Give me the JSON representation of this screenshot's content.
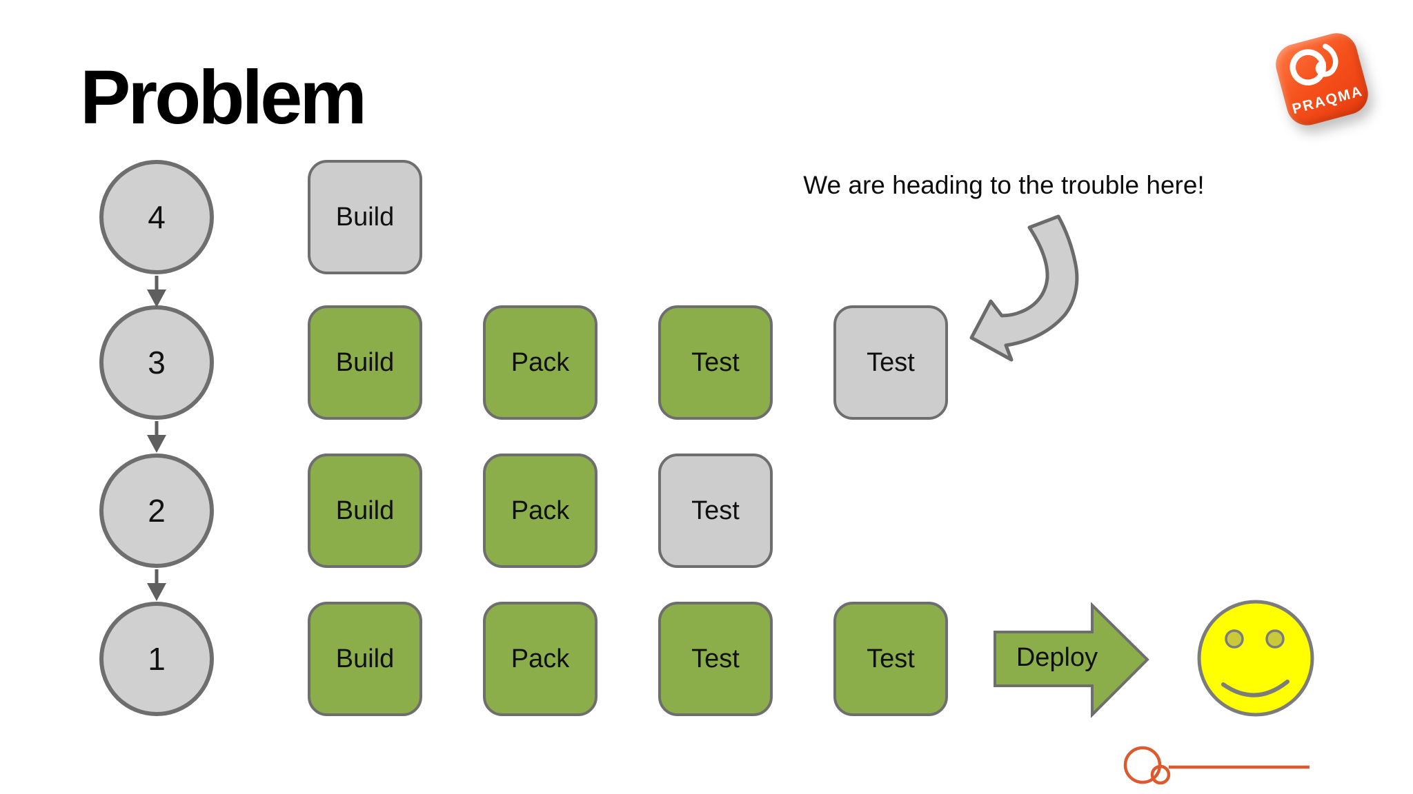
{
  "slide_title": "Problem",
  "annotation": "We are heading to the trouble here!",
  "logo": {
    "brand": "PRAQMA"
  },
  "commit_graph": {
    "nodes": [
      {
        "label": "4"
      },
      {
        "label": "3"
      },
      {
        "label": "2"
      },
      {
        "label": "1"
      }
    ]
  },
  "pipeline_rows": [
    {
      "commit": "4",
      "stages": [
        {
          "label": "Build",
          "status": "pending"
        }
      ]
    },
    {
      "commit": "3",
      "stages": [
        {
          "label": "Build",
          "status": "done"
        },
        {
          "label": "Pack",
          "status": "done"
        },
        {
          "label": "Test",
          "status": "done"
        },
        {
          "label": "Test",
          "status": "pending"
        }
      ]
    },
    {
      "commit": "2",
      "stages": [
        {
          "label": "Build",
          "status": "done"
        },
        {
          "label": "Pack",
          "status": "done"
        },
        {
          "label": "Test",
          "status": "pending"
        }
      ]
    },
    {
      "commit": "1",
      "stages": [
        {
          "label": "Build",
          "status": "done"
        },
        {
          "label": "Pack",
          "status": "done"
        },
        {
          "label": "Test",
          "status": "done"
        },
        {
          "label": "Test",
          "status": "done"
        }
      ]
    }
  ],
  "deploy_label": "Deploy",
  "colors": {
    "stage-done": "#8bad4a",
    "stage-pending": "#cdcdcd",
    "stage-border": "#6e6e6e",
    "node-fill": "#d0d0d0",
    "node-border": "#6e6e6e",
    "connector": "#5f5f5f",
    "smiley": "#ffff00",
    "brand-orange": "#f4501e",
    "line-orange": "#dd5a2e"
  }
}
